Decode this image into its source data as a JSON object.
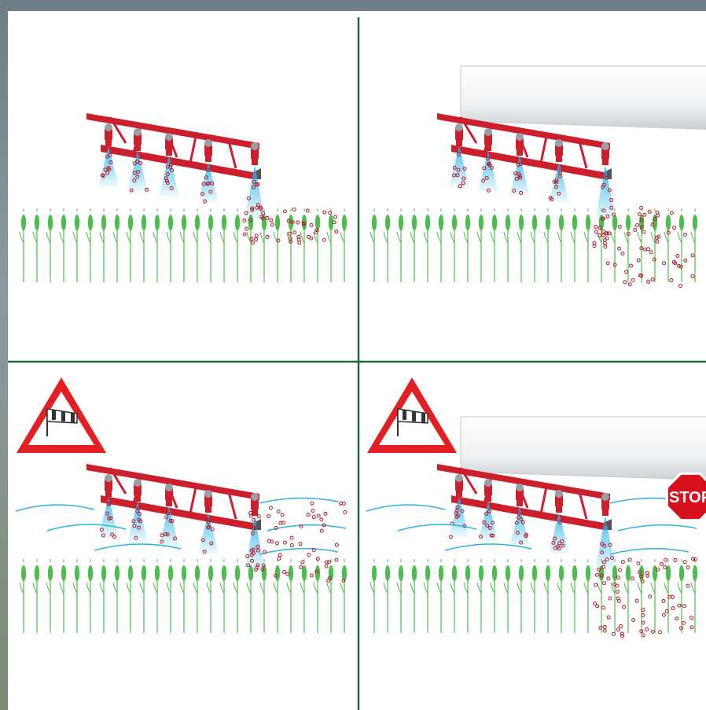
{
  "panels": [
    {
      "id": "standard",
      "has_shield": false,
      "has_wind": false,
      "has_warning": false,
      "has_stop": false
    },
    {
      "id": "shielded",
      "has_shield": true,
      "has_wind": false,
      "has_warning": false,
      "has_stop": false
    },
    {
      "id": "wind-drift",
      "has_shield": false,
      "has_wind": true,
      "has_warning": true,
      "has_stop": false
    },
    {
      "id": "wind-shielded",
      "has_shield": true,
      "has_wind": true,
      "has_warning": true,
      "has_stop": true
    }
  ],
  "stop_sign": {
    "label": "STOP"
  },
  "icons": {
    "warning": "warning-triangle-icon",
    "windsock": "windsock-icon",
    "stop": "stop-sign-icon"
  },
  "colors": {
    "boom_red": "#cc1f2e",
    "nozzle_gray": "#9a9fa6",
    "spray_blue": "#28b4e6",
    "droplet_red": "#b0182a",
    "wheat_green": "#4cbd4e",
    "divider": "#1d6a3f",
    "shield_white": "#f2f3f4",
    "warning_red": "#e31e24",
    "stop_red": "#d7101d"
  }
}
